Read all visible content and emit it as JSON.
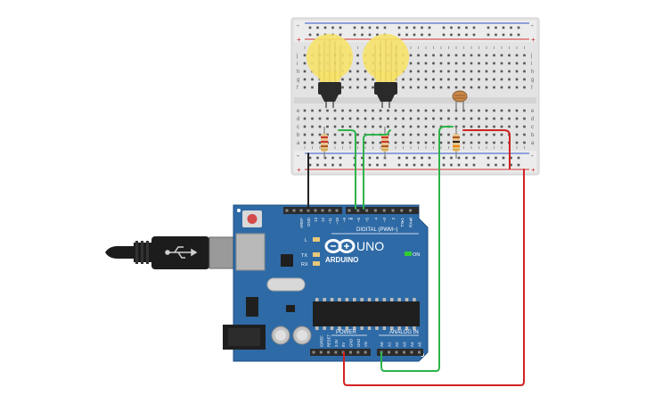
{
  "board": {
    "brand": "ARDUINO",
    "model": "UNO",
    "digital_label": "DIGITAL (PWM~)",
    "power_label": "POWER",
    "analog_label": "ANALOG IN",
    "on_label": "ON",
    "led_labels": [
      "L",
      "TX",
      "RX"
    ],
    "top_pins": [
      "AREF",
      "GND",
      "13",
      "12",
      "~11",
      "~10",
      "~9",
      "8",
      "7",
      "~6",
      "~5",
      "4",
      "~3",
      "2",
      "TX▸1",
      "RX◂0"
    ],
    "power_pins": [
      "IOREF",
      "RESET",
      "3.3V",
      "5V",
      "GND",
      "GND",
      "Vin"
    ],
    "analog_pins": [
      "A0",
      "A1",
      "A2",
      "A3",
      "A4",
      "A5"
    ],
    "colors": {
      "pcb": "#2e6aa6",
      "header": "#2b2b2b",
      "brand_text": "#ffffff",
      "on_led": "#33cc33"
    }
  },
  "breadboard": {
    "row_labels_top": [
      "j",
      "i",
      "h",
      "g",
      "f"
    ],
    "row_labels_bottom": [
      "e",
      "d",
      "c",
      "b",
      "a"
    ],
    "plus_sign": "+",
    "minus_sign": "-",
    "colors": {
      "body": "#e2e2e2",
      "hole": "#555555",
      "red_rail": "#d23232",
      "blue_rail": "#3253c8"
    }
  },
  "components": {
    "bulbs": [
      {
        "name": "bulb-1",
        "color": "#f6e26a"
      },
      {
        "name": "bulb-2",
        "color": "#f6e26a"
      }
    ],
    "resistors": 3,
    "photoresistor": {
      "color": "#c88a4a"
    }
  },
  "wires": {
    "colors": {
      "green": "#2fb34a",
      "red": "#d32222",
      "black": "#222222"
    }
  },
  "usb": {
    "icon": "usb-trident-icon"
  }
}
